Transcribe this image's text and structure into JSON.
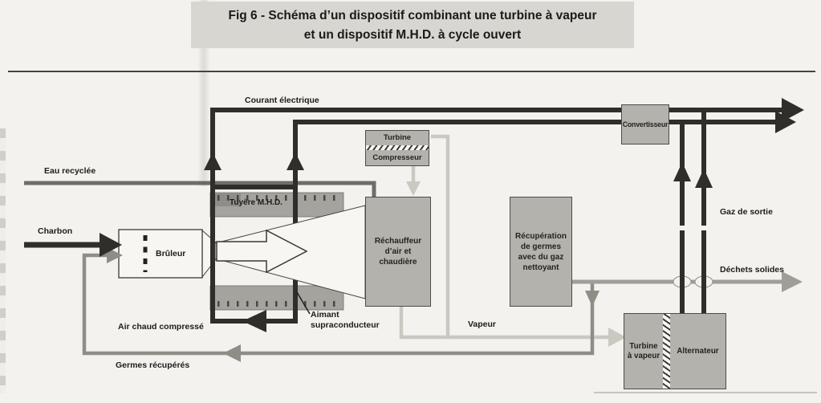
{
  "title": {
    "line1": "Fig 6 - Schéma d’un dispositif combinant une turbine à vapeur",
    "line2": "et un dispositif M.H.D. à cycle ouvert"
  },
  "labels": {
    "courant_electrique": "Courant électrique",
    "eau_recyclee": "Eau recyclée",
    "charbon": "Charbon",
    "bruleur": "Brûleur",
    "tuyere_mhd": "Tuyère M.H.D.",
    "aimant_line1": "Aimant",
    "aimant_line2": "supraconducteur",
    "air_chaud": "Air chaud compressé",
    "germes_recuperes": "Germes récupérés",
    "vapeur": "Vapeur",
    "gaz_de_sortie": "Gaz de sortie",
    "dechets_solides": "Déchets solides"
  },
  "boxes": {
    "turbine": "Turbine",
    "compresseur": "Compresseur",
    "rechauffeur": {
      "line1": "Réchauffeur",
      "line2": "d’air et",
      "line3": "chaudière"
    },
    "recuperation": {
      "line1": "Récupération",
      "line2": "de germes",
      "line3": "avec du gaz",
      "line4": "nettoyant"
    },
    "convertisseur": "Convertisseur",
    "turbine_vapeur": {
      "line1": "Turbine",
      "line2": "à vapeur"
    },
    "alternateur": "Alternateur"
  },
  "colors": {
    "paper": "#f3f2ee",
    "line_black": "#2f2e2b",
    "line_water": "#6f6d68",
    "line_seeds": "#8f8d86",
    "line_waste": "#a09e97",
    "line_steam": "#cbc8c2",
    "box_fill": "#b4b2ac",
    "box_border": "#4e4c47",
    "title_band": "#d8d6d1"
  }
}
